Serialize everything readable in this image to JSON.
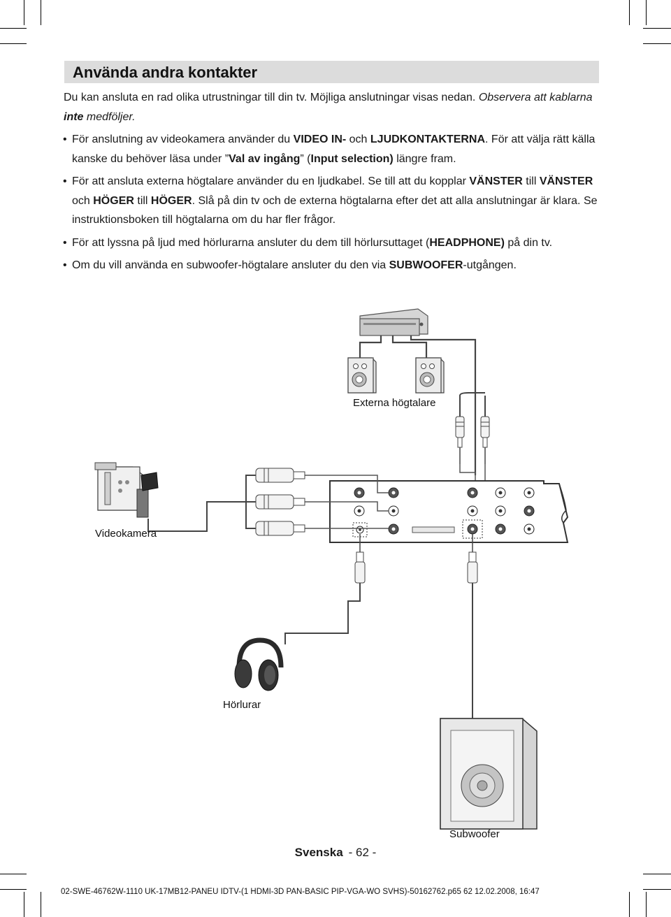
{
  "section": {
    "title": "Använda andra kontakter"
  },
  "intro": {
    "text": "Du kan ansluta en rad olika utrustningar till din tv. Möjliga anslutningar visas nedan.",
    "observe_a": "Observera att kablarna",
    "observe_b": "inte",
    "observe_c": "medföljer."
  },
  "bullets": [
    {
      "p1": "För anslutning av videokamera använder du ",
      "b1": "VIDEO IN-",
      "p2": " och ",
      "b2": "LJUDKONTAKTERNA",
      "p3": ". För att välja rätt källa kanske du behöver läsa under ”",
      "b3": "Val av ingång",
      "p4": "” (",
      "b4": "Input selection)",
      "p5": " längre fram."
    },
    {
      "p1": "För att ansluta externa högtalare använder du en ljudkabel. Se till att du kopplar ",
      "b1": "VÄNSTER",
      "p2": " till ",
      "b2": "VÄNSTER",
      "p3": " och ",
      "b3": "HÖGER",
      "p4": " till ",
      "b4": "HÖGER",
      "p5": ". Slå på din tv och de externa högtalarna efter det att alla anslutningar är klara. Se instruktionsboken till högtalarna om du har fler frågor."
    },
    {
      "p1": "För att lyssna på ljud med hörlurarna ansluter du dem till hörlursuttaget (",
      "b1": "HEADPHONE)",
      "p2": " på din tv."
    },
    {
      "p1": "Om du vill använda en subwoofer-högtalare ansluter du den via ",
      "b1": "SUBWOOFER",
      "p2": "-utgången."
    }
  ],
  "diagram": {
    "labels": {
      "speakers": "Externa högtalare",
      "camcorder": "Videokamera",
      "headphones": "Hörlurar",
      "subwoofer": "Subwoofer"
    }
  },
  "footer": {
    "language": "Svenska",
    "page": "- 62 -",
    "print_info": "02-SWE-46762W-1110 UK-17MB12-PANEU IDTV-(1 HDMI-3D PAN-BASIC PIP-VGA-WO SVHS)-50162762.p65    62    12.02.2008, 16:47"
  }
}
